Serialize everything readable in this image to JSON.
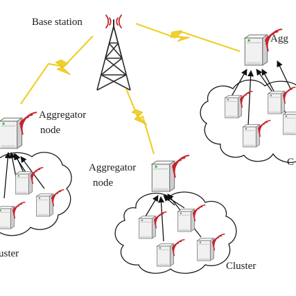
{
  "labels": {
    "base_station": "Base station",
    "aggregator_left_line1": "Aggregator",
    "aggregator_left_line2": "node",
    "aggregator_mid_line1": "Aggregator",
    "aggregator_mid_line2": "node",
    "aggregator_right_partial": "Agg",
    "cluster_left_partial": "uster",
    "cluster_mid": "Cluster",
    "cluster_right_partial": "C"
  },
  "colors": {
    "link": "#f0cf2a",
    "signal": "#c4252f",
    "led": "#4bb64b",
    "line": "#1a1a1a"
  },
  "icons": [
    "cell-tower-icon",
    "server-icon",
    "wifi-signal-icon",
    "lightning-bolt-icon",
    "cloud-icon",
    "arrow-icon"
  ]
}
